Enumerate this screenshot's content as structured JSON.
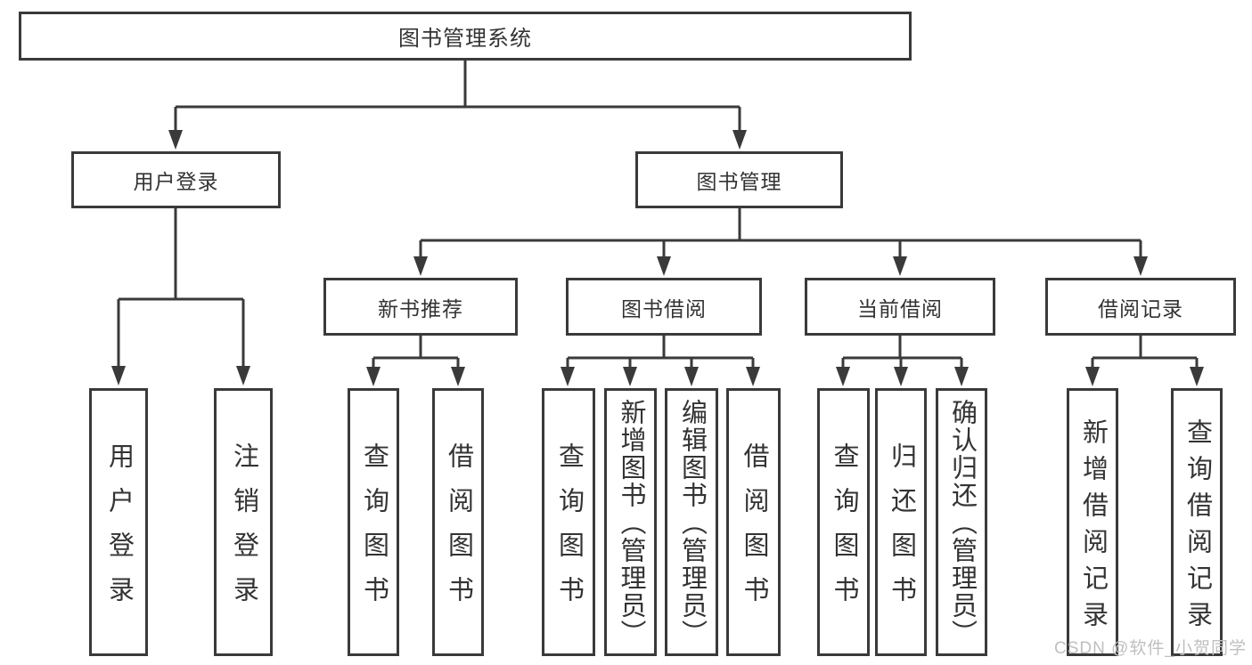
{
  "diagram": {
    "type": "hierarchy-diagram",
    "tree": {
      "label": "图书管理系统",
      "children": [
        {
          "label": "用户登录",
          "children": [
            {
              "label": "用户登录"
            },
            {
              "label": "注销登录"
            }
          ]
        },
        {
          "label": "图书管理",
          "children": [
            {
              "label": "新书推荐",
              "children": [
                {
                  "label": "查询图书"
                },
                {
                  "label": "借阅图书"
                }
              ]
            },
            {
              "label": "图书借阅",
              "children": [
                {
                  "label": "查询图书"
                },
                {
                  "label": "新增图书（管理员）"
                },
                {
                  "label": "编辑图书（管理员）"
                },
                {
                  "label": "借阅图书"
                }
              ]
            },
            {
              "label": "当前借阅",
              "children": [
                {
                  "label": "查询图书"
                },
                {
                  "label": "归还图书"
                },
                {
                  "label": "确认归还（管理员）"
                }
              ]
            },
            {
              "label": "借阅记录",
              "children": [
                {
                  "label": "新增借阅记录"
                },
                {
                  "label": "查询借阅记录"
                }
              ]
            }
          ]
        }
      ]
    },
    "colors": {
      "line": "#3a3a3a",
      "box_border": "#3a3a3a",
      "text": "#333333",
      "watermark": "#bfbfbf",
      "background": "#ffffff"
    }
  },
  "watermark": {
    "text": "CSDN @软件_小贺同学"
  }
}
